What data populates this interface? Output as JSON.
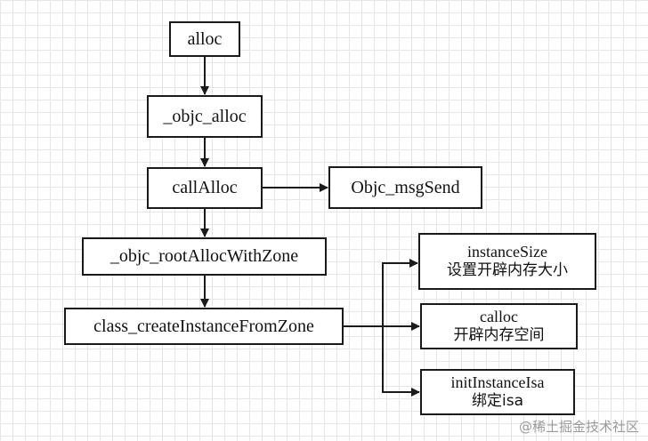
{
  "nodes": {
    "alloc": "alloc",
    "objc_alloc": "_objc_alloc",
    "call_alloc": "callAlloc",
    "objc_msg_send": "Objc_msgSend",
    "root_alloc_with_zone": "_objc_rootAllocWithZone",
    "class_create_instance": "class_createInstanceFromZone",
    "instance_size": {
      "title": "instanceSize",
      "subtitle": "设置开辟内存大小"
    },
    "calloc": {
      "title": "calloc",
      "subtitle": "开辟内存空间"
    },
    "init_instance_isa": {
      "title": "initInstanceIsa",
      "subtitle": "绑定isa"
    }
  },
  "watermark": "@稀土掘金技术社区"
}
